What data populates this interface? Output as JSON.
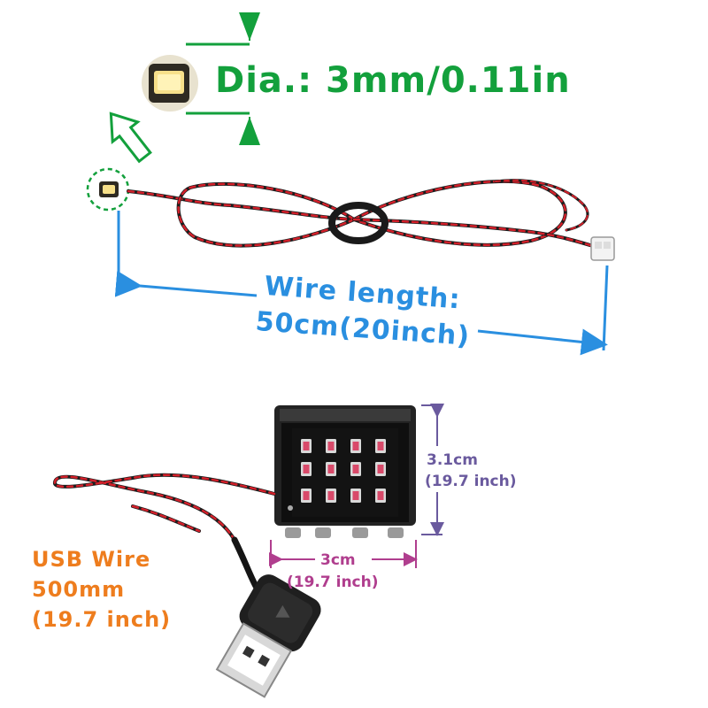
{
  "diameter": {
    "label": "Dia.: 3mm/0.11in"
  },
  "wire": {
    "label_line1": "Wire length:",
    "label_line2": "50cm(20inch)"
  },
  "board": {
    "height_label": "3.1cm",
    "height_sub": "(19.7 inch)",
    "width_label": "3cm",
    "width_sub": "(19.7 inch)"
  },
  "usb": {
    "line1": "USB Wire",
    "line2": "500mm",
    "line3": "(19.7 inch)"
  },
  "colors": {
    "green": "#13a03c",
    "blue": "#2a8fe0",
    "purple": "#6a5a9e",
    "magenta": "#b03e8e",
    "orange": "#ee7d1e",
    "wire_red": "#d4202a"
  }
}
